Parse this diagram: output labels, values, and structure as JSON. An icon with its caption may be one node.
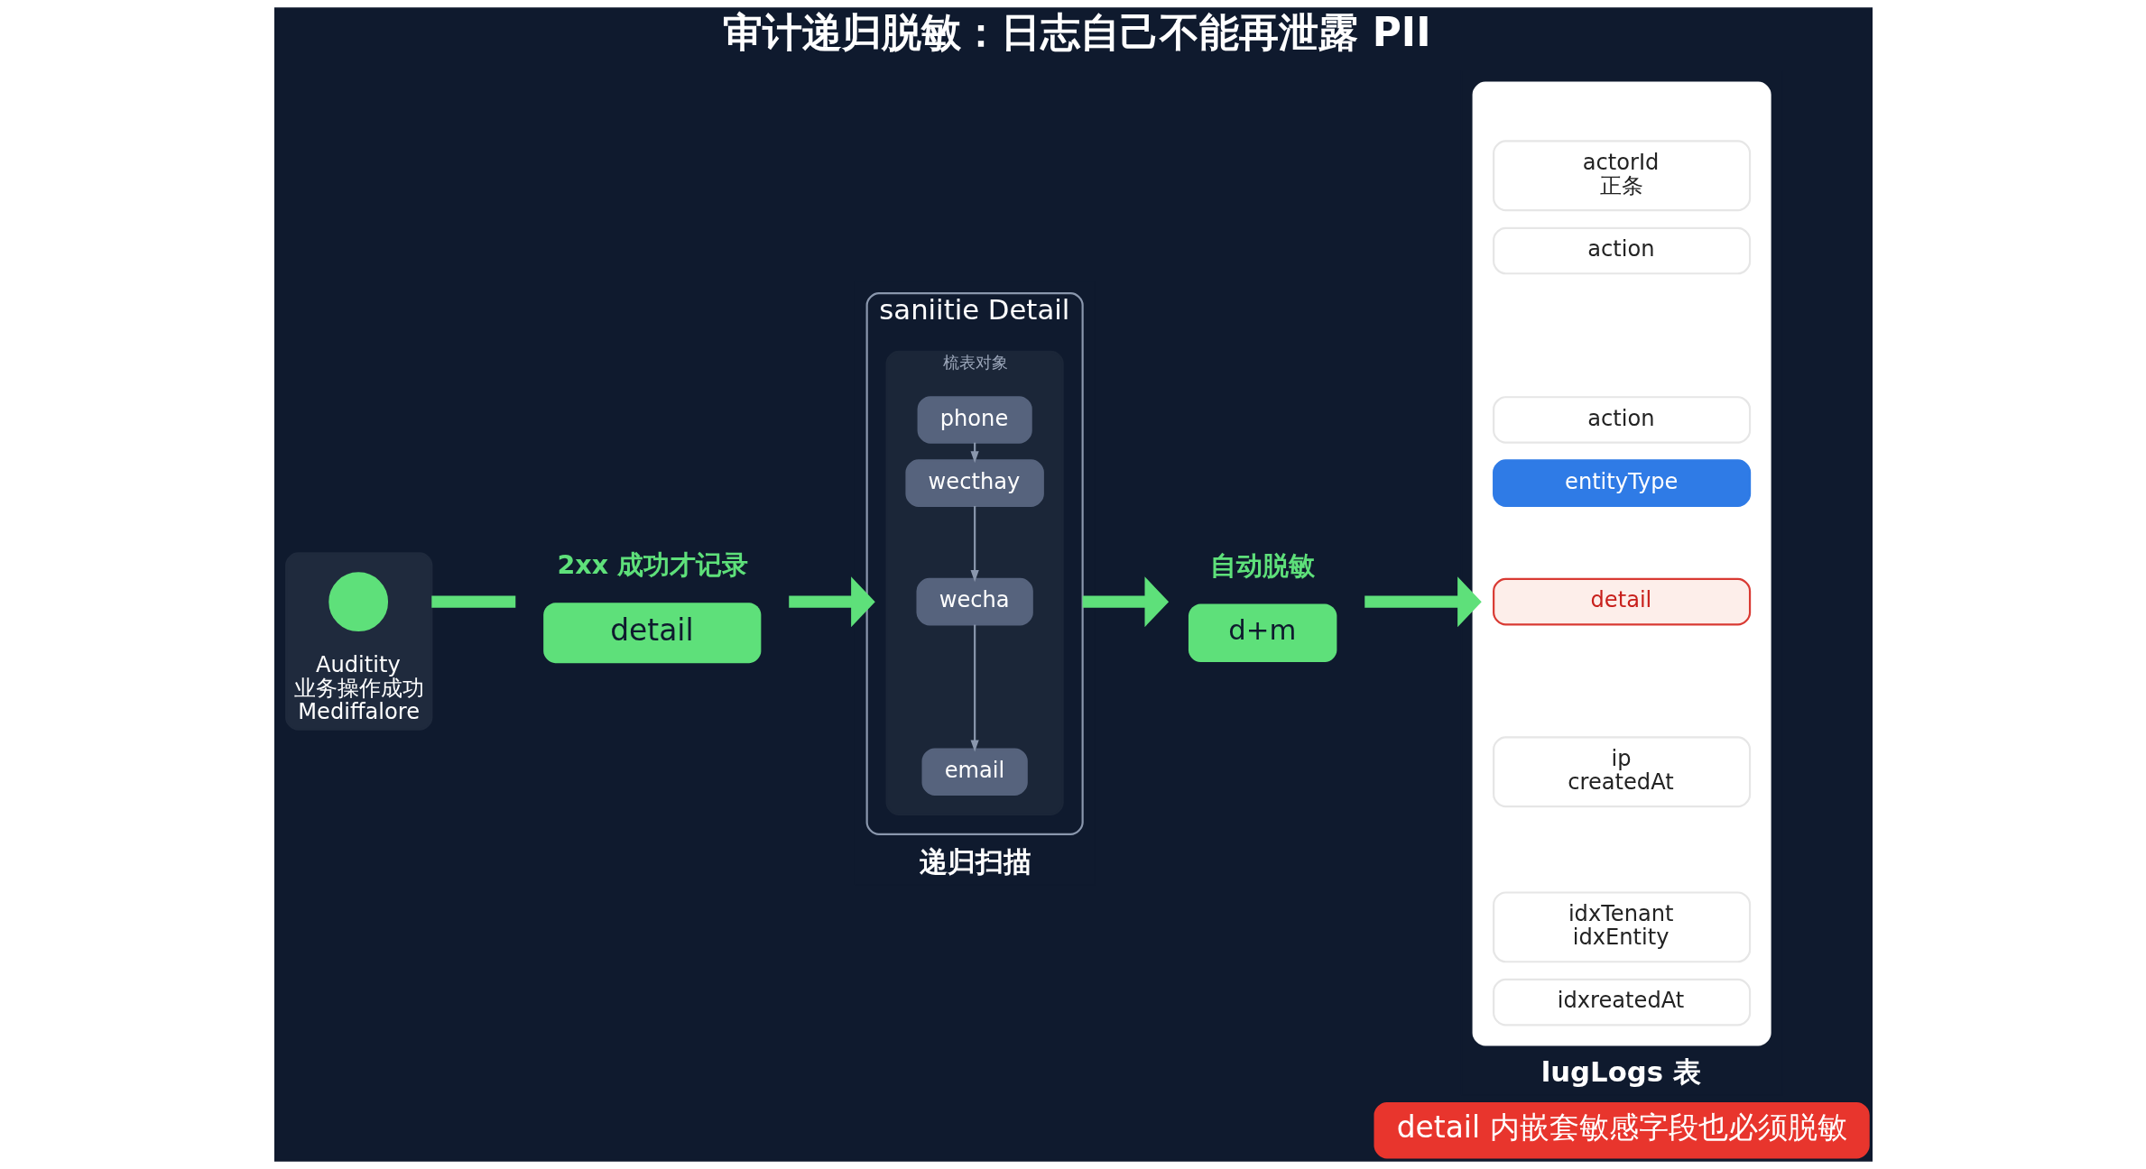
{
  "diagram": {
    "title": "审计递归脱敏：日志自己不能再泄露 PII",
    "nodes": [
      {
        "text": [
          "Auditity",
          "业务操作成功",
          "Mediffalore"
        ]
      },
      {
        "text": [],
        "shape": "circle",
        "in": 0
      },
      {
        "text": [
          "detail"
        ],
        "beside": [
          "2xx 成功才记录"
        ]
      },
      {
        "text": [
          "saniitie Detail"
        ],
        "beside": [
          "递归扫描"
        ]
      },
      {
        "text": [
          "梳表对象"
        ],
        "in": 3
      },
      {
        "text": [
          "phone"
        ],
        "in": 4
      },
      {
        "text": [
          "wecthay"
        ],
        "in": 4
      },
      {
        "text": [
          "wecha"
        ],
        "in": 4
      },
      {
        "text": [
          "email"
        ],
        "in": 4
      },
      {
        "text": [
          "d+m"
        ],
        "beside": [
          "自动脱敏"
        ]
      },
      {
        "text": [],
        "shape": "box",
        "beside": [
          "lugLogs 表"
        ]
      },
      {
        "text": [
          "actorId",
          "正条"
        ],
        "in": 10
      },
      {
        "text": [
          "action"
        ],
        "in": 10
      },
      {
        "text": [
          "action"
        ],
        "in": 10
      },
      {
        "text": [
          "entityType"
        ],
        "in": 10
      },
      {
        "text": [
          "detail"
        ],
        "in": 10
      },
      {
        "text": [
          "ip",
          "createdAt"
        ],
        "in": 10
      },
      {
        "text": [
          "idxTenant",
          "idxEntity"
        ],
        "in": 10
      },
      {
        "text": [
          "idxreatedAt"
        ],
        "in": 10
      },
      {
        "text": [
          "detail 内嵌套敏感字段也必须脱敏"
        ]
      }
    ],
    "edges": [
      {
        "from": 0,
        "to": 2,
        "arrow": "none"
      },
      {
        "from": 2,
        "to": 3,
        "arrow": "to"
      },
      {
        "from": 3,
        "to": 9,
        "arrow": "to"
      },
      {
        "from": 9,
        "to": 10,
        "arrow": "to"
      },
      {
        "from": 5,
        "to": 6,
        "arrow": "to",
        "color": "#8a97ad"
      },
      {
        "from": 6,
        "to": 7,
        "arrow": "to",
        "color": "#8a97ad"
      },
      {
        "from": 7,
        "to": 8,
        "arrow": "to",
        "color": "#8a97ad"
      }
    ]
  }
}
